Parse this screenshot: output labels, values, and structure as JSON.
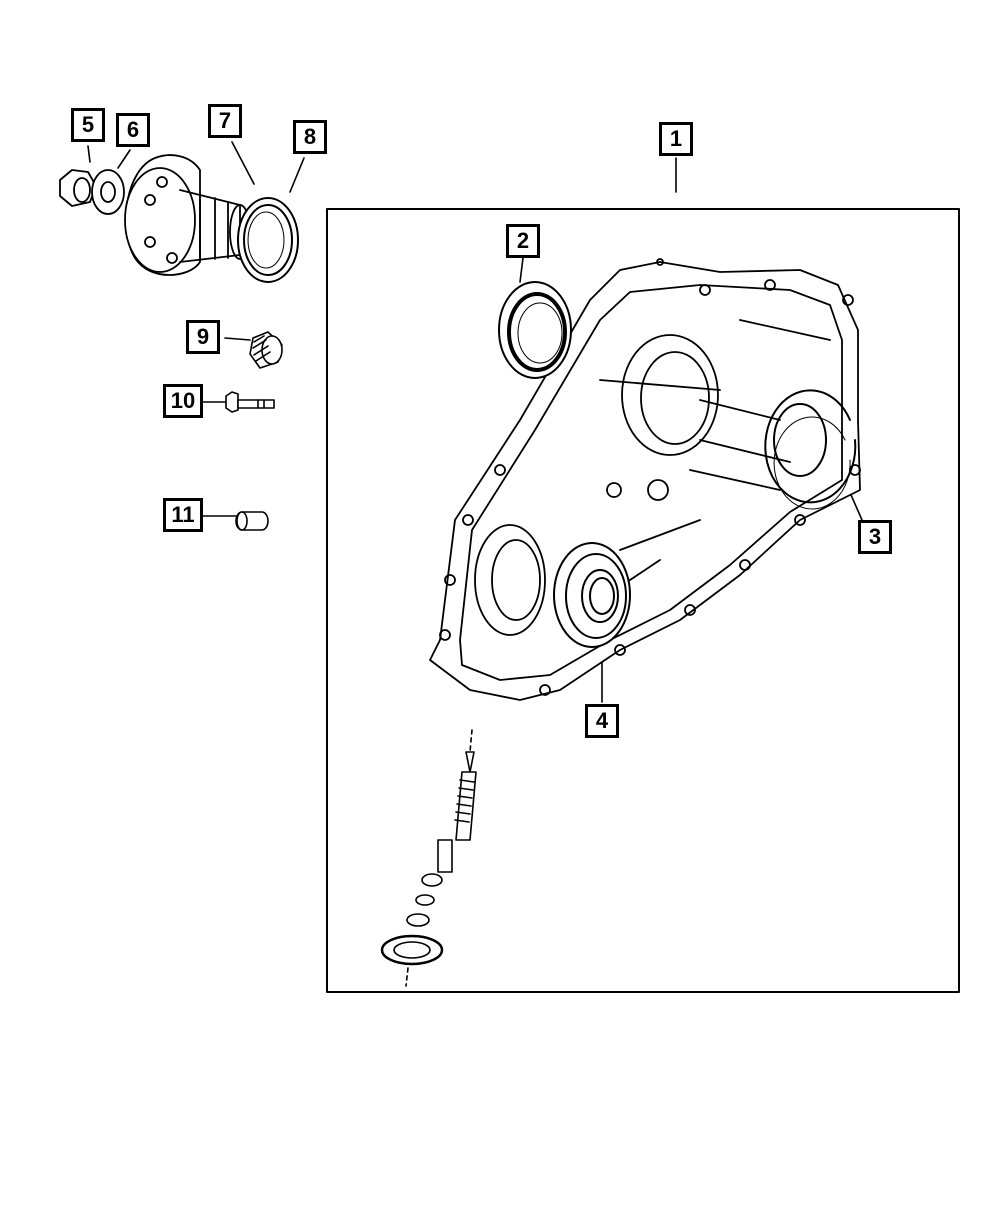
{
  "diagram": {
    "callouts": [
      {
        "id": "c1",
        "label": "1"
      },
      {
        "id": "c2",
        "label": "2"
      },
      {
        "id": "c3",
        "label": "3"
      },
      {
        "id": "c4",
        "label": "4"
      },
      {
        "id": "c5",
        "label": "5"
      },
      {
        "id": "c6",
        "label": "6"
      },
      {
        "id": "c7",
        "label": "7"
      },
      {
        "id": "c8",
        "label": "8"
      },
      {
        "id": "c9",
        "label": "9"
      },
      {
        "id": "c10",
        "label": "10"
      },
      {
        "id": "c11",
        "label": "11"
      }
    ],
    "line_color": "#000000",
    "background": "#ffffff"
  }
}
